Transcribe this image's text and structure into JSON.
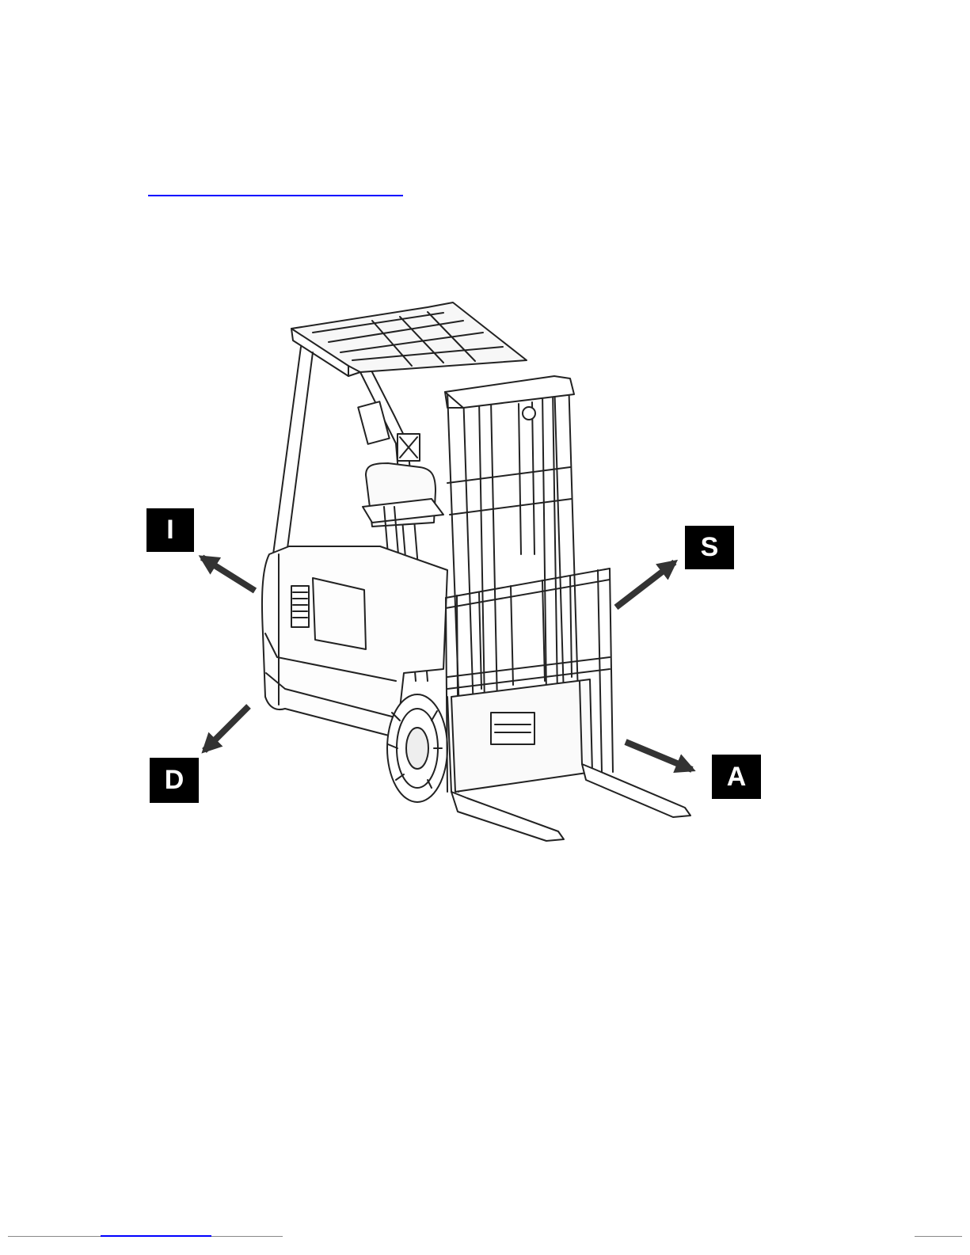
{
  "labels": {
    "I": "I",
    "S": "S",
    "D": "D",
    "A": "A"
  },
  "colors": {
    "link": "#0000ff",
    "arrow": "#333333",
    "label_bg": "#000000",
    "label_text": "#ffffff"
  }
}
